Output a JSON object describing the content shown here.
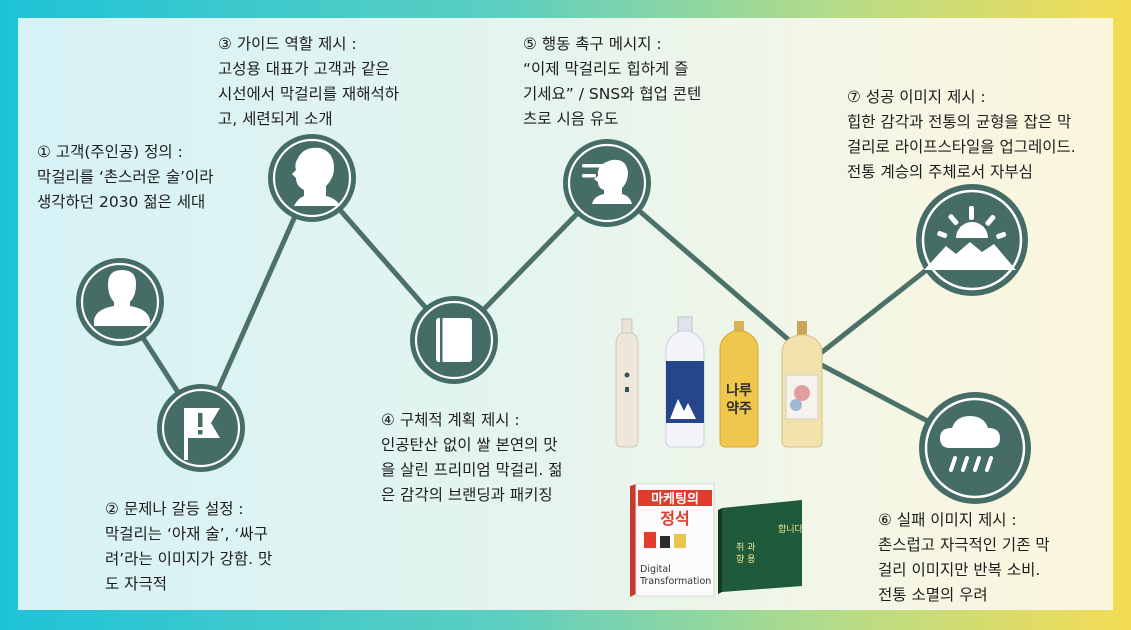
{
  "colors": {
    "node": "#456d65",
    "line": "#4c7169",
    "ring": "#ffffff"
  },
  "steps": [
    {
      "title": "① 고객(주인공) 정의 :",
      "body": [
        "막걸리를 ‘촌스러운 술’이라",
        "생각하던 2030 젊은 세대"
      ],
      "icon": "person-icon"
    },
    {
      "title": "② 문제나 갈등 설정 :",
      "body": [
        "막걸리는 ‘아재 술’, ‘싸구",
        "려’라는 이미지가 강함. 맛",
        "도 자극적"
      ],
      "icon": "flag-icon"
    },
    {
      "title": "③ 가이드 역할 제시 :",
      "body": [
        "고성용 대표가 고객과 같은",
        "시선에서 막걸리를 재해석하",
        "고, 세련되게 소개"
      ],
      "icon": "person-head-icon"
    },
    {
      "title": "④ 구체적 계획 제시 :",
      "body": [
        "인공탄산 없이 쌀 본연의 맛",
        "을 살린 프리미엄 막걸리. 젊",
        "은 감각의 브랜딩과 패키징"
      ],
      "icon": "book-icon"
    },
    {
      "title": "⑤ 행동 촉구 메시지 :",
      "body": [
        "“이제 막걸리도 힙하게 즐",
        "기세요” / SNS와 협업 콘텐",
        "츠로 시음 유도"
      ],
      "icon": "speaking-person-icon"
    },
    {
      "title": "⑥ 실패 이미지 제시 :",
      "body": [
        "촌스럽고 자극적인 기존 막",
        "걸리 이미지만 반복 소비.",
        "전통 소멸의 우려"
      ],
      "icon": "rain-cloud-icon"
    },
    {
      "title": "⑦ 성공 이미지 제시 :",
      "body": [
        "힙한 감각과 전통의 균형을 잡은 막",
        "걸리로 라이프스타일을 업그레이드.",
        "전통 계승의 주체로서 자부심"
      ],
      "icon": "sunrise-mountain-icon"
    }
  ],
  "bottles": [
    {
      "label": "",
      "color": "#efe6da"
    },
    {
      "label": "",
      "color": "#f3f5f8"
    },
    {
      "label": "나루약주",
      "color": "#f0c64c"
    },
    {
      "label": "",
      "color": "#f2e2ae"
    }
  ],
  "books": [
    {
      "title": "마케팅의 정석",
      "subtitle": "Digital Transformation",
      "icon": "book-cover"
    },
    {
      "title": "만원 합니다",
      "subtitle": "",
      "icon": "book-cover-green"
    }
  ]
}
